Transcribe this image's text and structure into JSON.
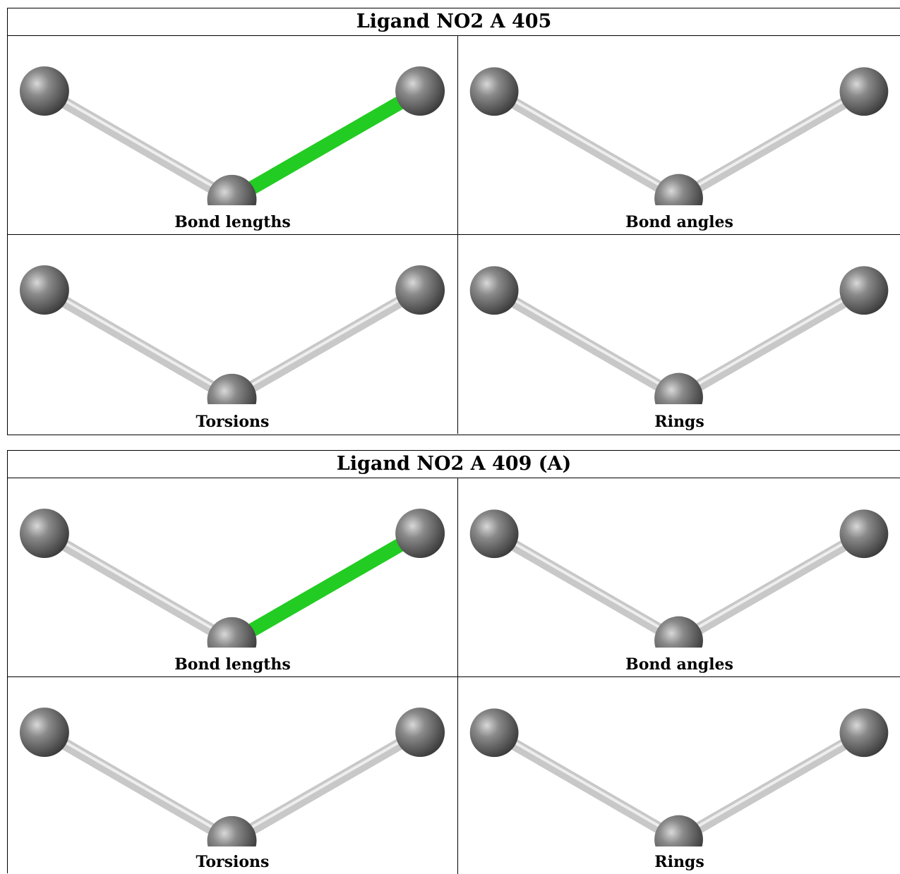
{
  "colors": {
    "atom": "#7a7a7a",
    "bond_default": "#c8c8c8",
    "bond_highlight": "#22cc22"
  },
  "ligands": [
    {
      "title": "Ligand NO2 A 405",
      "panels": [
        {
          "label": "Bond lengths",
          "highlight_bond": "right"
        },
        {
          "label": "Bond angles",
          "highlight_bond": "none"
        },
        {
          "label": "Torsions",
          "highlight_bond": "none"
        },
        {
          "label": "Rings",
          "highlight_bond": "none"
        }
      ]
    },
    {
      "title": "Ligand NO2 A 409 (A)",
      "panels": [
        {
          "label": "Bond lengths",
          "highlight_bond": "right"
        },
        {
          "label": "Bond angles",
          "highlight_bond": "none"
        },
        {
          "label": "Torsions",
          "highlight_bond": "none"
        },
        {
          "label": "Rings",
          "highlight_bond": "none"
        }
      ]
    }
  ]
}
